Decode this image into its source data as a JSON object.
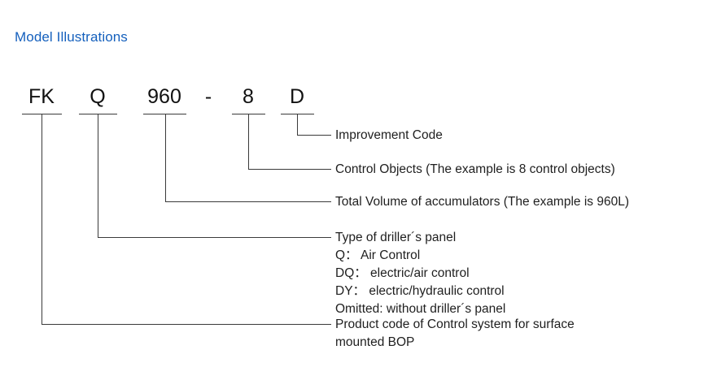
{
  "page": {
    "title": "Model Illustrations",
    "title_color": "#1560bd",
    "line_color": "#3a3a3a",
    "text_color": "#1f1f1f",
    "background": "#ffffff"
  },
  "model_code": {
    "tokens": [
      {
        "text": "FK",
        "key": "product-code"
      },
      {
        "text": "Q",
        "key": "panel-type"
      },
      {
        "text": "960",
        "key": "accumulator-volume"
      },
      {
        "text": "-",
        "key": "separator-dash"
      },
      {
        "text": "8",
        "key": "control-objects"
      },
      {
        "text": "D",
        "key": "improvement-code"
      }
    ],
    "full_code": "FKQ960-8D"
  },
  "callouts": [
    {
      "key": "improvement-code",
      "text": "Improvement Code",
      "sub_lines": []
    },
    {
      "key": "control-objects",
      "text": "Control Objects (The example is 8 control objects)",
      "sub_lines": []
    },
    {
      "key": "total-volume",
      "text": "Total Volume of accumulators (The example is 960L)",
      "sub_lines": []
    },
    {
      "key": "drillers-panel-type",
      "text": "Type of driller´s panel",
      "sub_lines": [
        "Q： Air Control",
        "DQ： electric/air control",
        "DY： electric/hydraulic control",
        "Omitted: without driller´s panel"
      ]
    },
    {
      "key": "product-code",
      "text": "Product code of Control system for surface",
      "sub_lines": [
        "mounted BOP"
      ]
    }
  ]
}
